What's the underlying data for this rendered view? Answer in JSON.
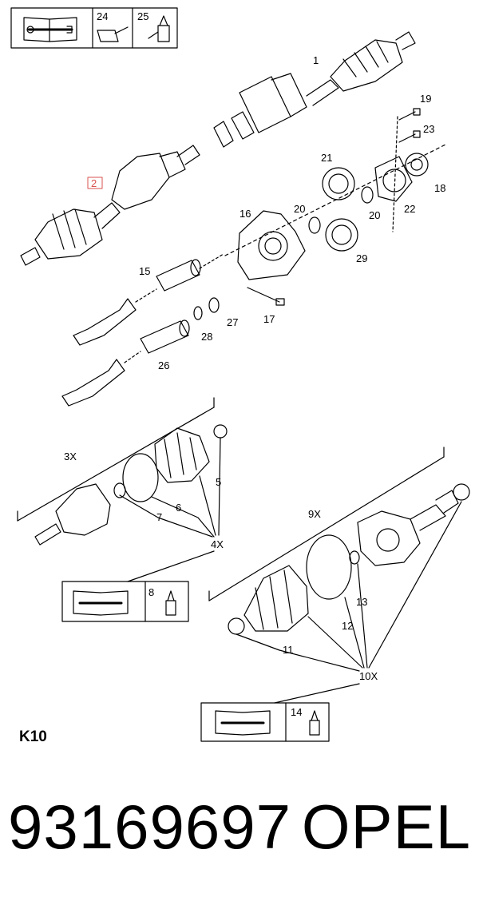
{
  "box_top": {
    "ref_a": "24",
    "ref_b": "25"
  },
  "box_4x": {
    "ref": "8"
  },
  "box_10x": {
    "ref": "14"
  },
  "callouts": {
    "c1": "1",
    "c2": "2",
    "c3x": "3X",
    "c4x": "4X",
    "c5": "5",
    "c6": "6",
    "c7": "7",
    "c9x": "9X",
    "c10x": "10X",
    "c11": "11",
    "c12": "12",
    "c13": "13",
    "c15": "15",
    "c16": "16",
    "c17": "17",
    "c18": "18",
    "c19": "19",
    "c20a": "20",
    "c20b": "20",
    "c21": "21",
    "c22": "22",
    "c23": "23",
    "c26": "26",
    "c27": "27",
    "c28": "28",
    "c29": "29"
  },
  "sheet_label": "K10",
  "part_number": "93169697",
  "brand": "OPEL",
  "colors": {
    "line": "#000000",
    "highlight": "#d9534f",
    "background": "#ffffff"
  }
}
